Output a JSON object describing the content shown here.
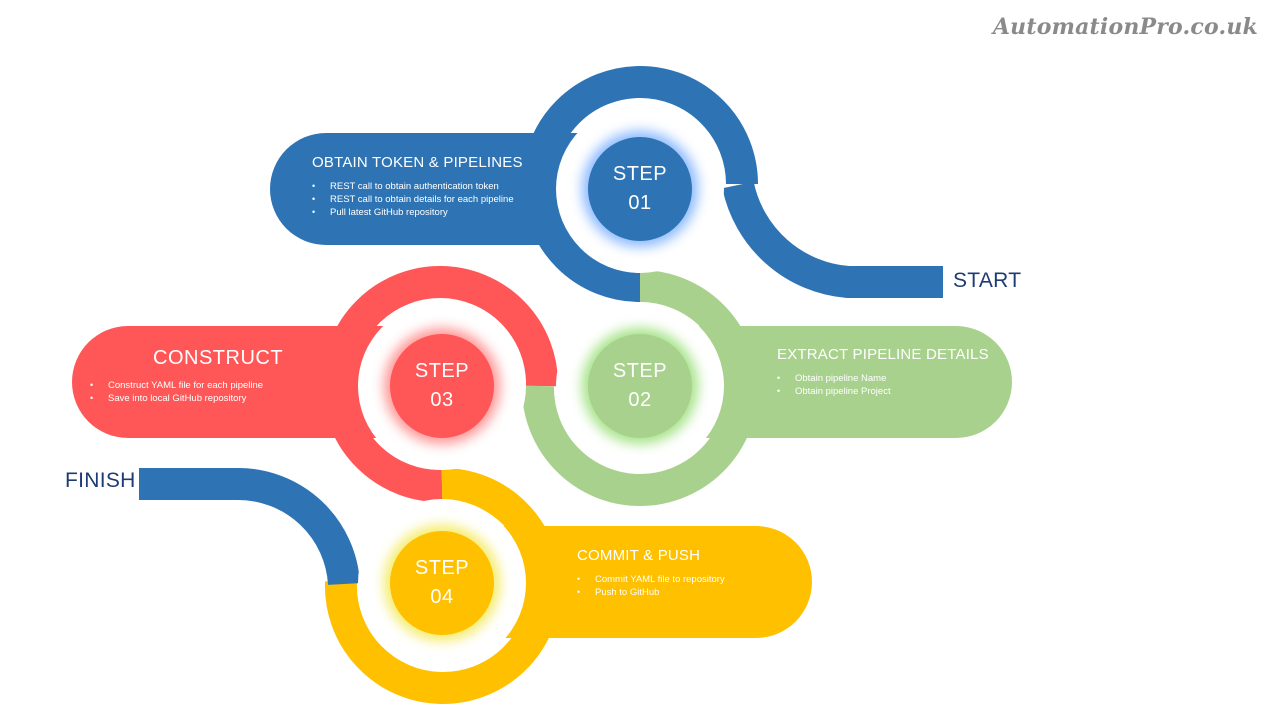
{
  "brand": "AutomationPro.co.uk",
  "start_label": "START",
  "finish_label": "FINISH",
  "colors": {
    "blue": "#2e74b5",
    "green": "#a9d18e",
    "red": "#ff5757",
    "yellow": "#ffc000",
    "navy_text": "#1f3b73"
  },
  "steps": [
    {
      "step_word": "STEP",
      "number": "01",
      "title": "OBTAIN TOKEN & PIPELINES",
      "color": "#2e74b5",
      "glow": "#7fb2ff",
      "bullets": [
        "REST call to obtain authentication token",
        "REST call to obtain details for each pipeline",
        "Pull latest GitHub repository"
      ]
    },
    {
      "step_word": "STEP",
      "number": "02",
      "title": "EXTRACT PIPELINE DETAILS",
      "color": "#a9d18e",
      "glow": "#9be07a",
      "bullets": [
        "Obtain pipeline Name",
        "Obtain pipeline Project"
      ]
    },
    {
      "step_word": "STEP",
      "number": "03",
      "title": "CONSTRUCT",
      "color": "#ff5757",
      "glow": "#ff8a8a",
      "bullets": [
        "Construct YAML file for each pipeline",
        "Save into local GitHub repository"
      ]
    },
    {
      "step_word": "STEP",
      "number": "04",
      "title": "COMMIT & PUSH",
      "color": "#ffc000",
      "glow": "#f4ea5a",
      "bullets": [
        "Commit YAML file to repository",
        "Push to GitHub"
      ]
    }
  ]
}
